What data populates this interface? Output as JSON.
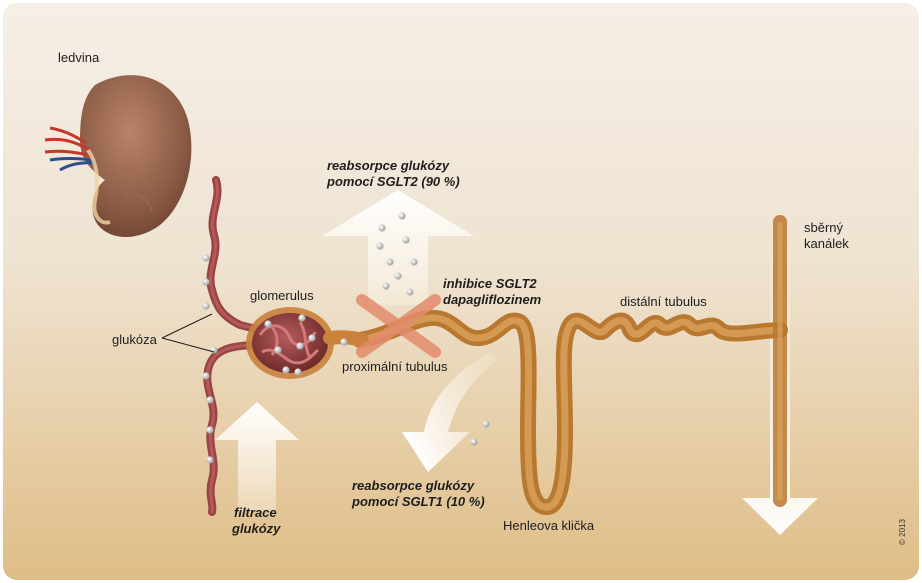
{
  "labels": {
    "kidney": "ledvina",
    "glomerulus": "glomerulus",
    "glucose": "glukóza",
    "proximal_tubule": "proximální tubulus",
    "distal_tubule": "distální tubulus",
    "collecting_duct_line1": "sběrný",
    "collecting_duct_line2": "kanálek",
    "loop_of_henle": "Henleova klička"
  },
  "annotations": {
    "sglt2_line1": "reabsorpce glukózy",
    "sglt2_line2": "pomocí SGLT2 (90 %)",
    "inhibition_line1": "inhibice SGLT2",
    "inhibition_line2": "dapagliflozinem",
    "sglt1_line1": "reabsorpce glukózy",
    "sglt1_line2": "pomocí SGLT1 (10 %)",
    "filtration_line1": "filtrace",
    "filtration_line2": "glukózy"
  },
  "signature": "© 2013",
  "colors": {
    "background_top": "#f3ece3",
    "background_bottom": "#e1c18d",
    "kidney": "#8a5a44",
    "vessel": "#9a4444",
    "tubule": "#c8893e",
    "arrow": "#fffaf0",
    "cross": "#e38b6c",
    "glucose_particle": "#c9c9c9"
  }
}
